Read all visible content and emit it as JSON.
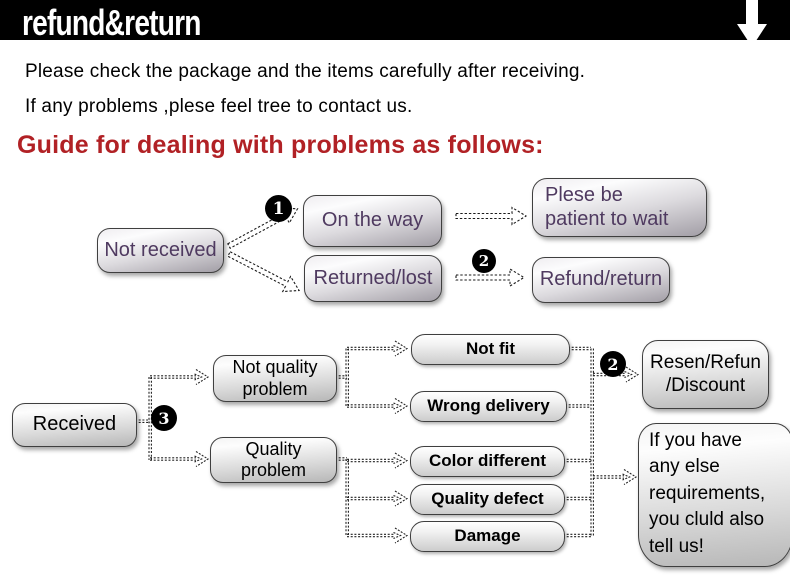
{
  "header": {
    "title": "refund&return",
    "arrow_icon": "down-arrow"
  },
  "intro": {
    "line1": "Please check the package and the items carefully after receiving.",
    "line2": "If any problems ,plese feel tree to contact us."
  },
  "guide_heading": "Guide for dealing with problems as follows:",
  "colors": {
    "header_bg": "#000000",
    "heading_red": "#b12125",
    "flow1_text_purple": "#4f3a60",
    "badge_bg": "#000000",
    "badge_text": "#ffffff"
  },
  "flow_not_received": {
    "badge_1": "1",
    "badge_2": "2",
    "not_received": "Not received",
    "on_the_way": "On the way",
    "returned_lost": "Returned/lost",
    "patient_wait": "Plese be\npatient to wait",
    "refund_return": "Refund/return"
  },
  "flow_received": {
    "badge_3": "3",
    "badge_2": "2",
    "received": "Received",
    "not_quality_problem": "Not quality\nproblem",
    "quality_problem": "Quality\nproblem",
    "not_fit": "Not fit",
    "wrong_delivery": "Wrong delivery",
    "color_different": "Color different",
    "quality_defect": "Quality defect",
    "damage": "Damage",
    "resen_refund_discount": "Resen/Refun\n/Discount",
    "any_else_note": "If you have\nany else\nrequirements,\nyou cluld also\ntell us!"
  }
}
